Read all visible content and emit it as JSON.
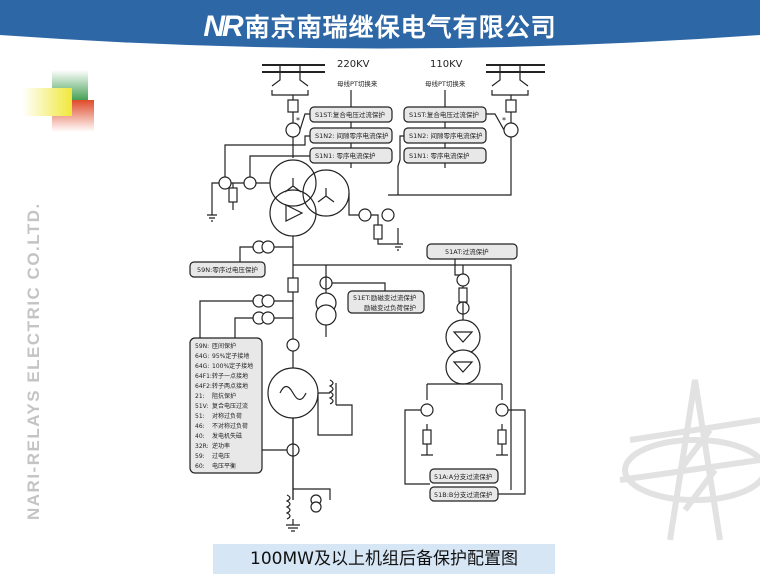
{
  "header": {
    "logo": "NR",
    "company": "南京南瑞继保电气有限公司",
    "color": "#2d67a6"
  },
  "side_text": "NARI-RELAYS ELECTRIC CO.LTD.",
  "caption": "100MW及以上机组后备保护配置图",
  "diagram": {
    "bus_left": "220KV",
    "bus_right": "110KV",
    "pt_left": "母线PT切换来",
    "pt_right": "母线PT切换来",
    "left_boxes": [
      "S1ST:复合电压过流保护",
      "S1N2: 间隙零序电流保护",
      "S1N1: 零序电流保护"
    ],
    "right_boxes": [
      "S1ST:复合电压过流保护",
      "S1N2: 间隙零序电流保护",
      "S1N1: 零序电流保护"
    ],
    "b59n": "59N:零序过电压保护",
    "b51at": "51AT:过流保护",
    "b51et": [
      "51ET:励磁变过流保护",
      "励磁变过负荷保护"
    ],
    "gen_list": [
      [
        "59N:",
        "匝间保护"
      ],
      [
        "64G:",
        "95%定子接地"
      ],
      [
        "64G:",
        "100%定子接地"
      ],
      [
        "64F1:",
        "转子一点接地"
      ],
      [
        "64F2:",
        "转子两点接地"
      ],
      [
        "21:",
        "阻抗保护"
      ],
      [
        "51V:",
        "复合电压过流"
      ],
      [
        "51:",
        "对称过负荷"
      ],
      [
        "46:",
        "不对称过负荷"
      ],
      [
        "40:",
        "发电机失磁"
      ],
      [
        "32R:",
        "逆功率"
      ],
      [
        "59:",
        "过电压"
      ],
      [
        "60:",
        "电压平衡"
      ]
    ],
    "b51a": "51A:A分支过流保护",
    "b51b": "51B:B分支过流保护",
    "star": "*"
  }
}
